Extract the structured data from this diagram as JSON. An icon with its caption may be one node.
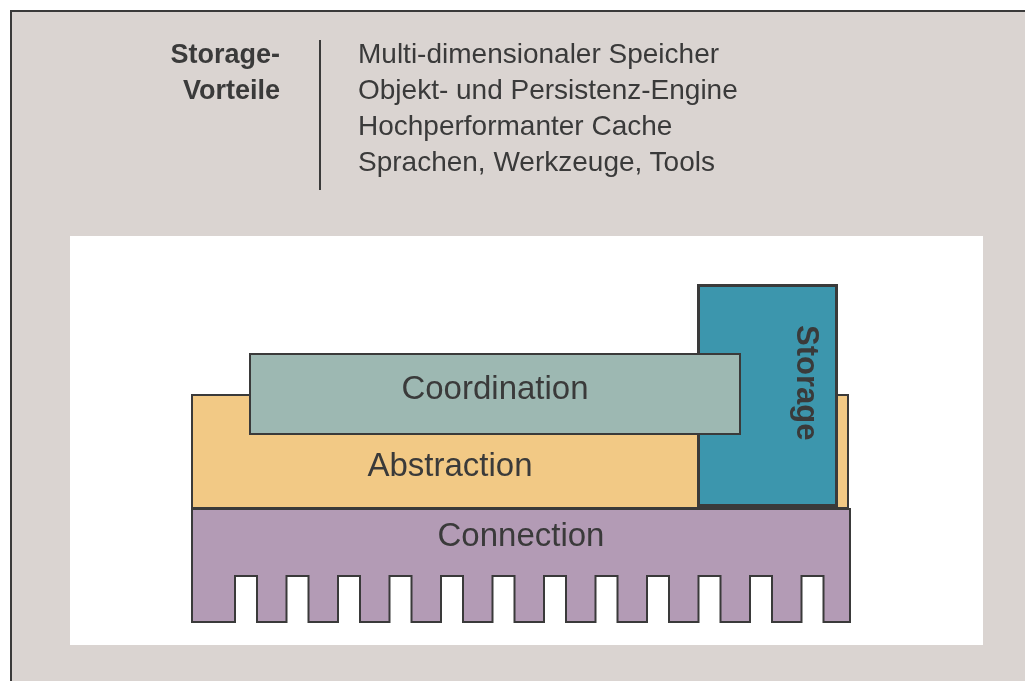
{
  "diagram": {
    "nodes": [
      {
        "text": [
          "Storage"
        ]
      },
      {
        "text": [
          "Coordination"
        ]
      },
      {
        "text": [
          "Abstraction"
        ]
      },
      {
        "text": [
          "Connection"
        ]
      }
    ],
    "labels": [
      "Storage- Vorteile",
      "Multi-dimensionaler Speicher",
      "Objekt- und Persistenz-Engine",
      "Hochperformanter Cache",
      "Sprachen, Werkzeuge, Tools"
    ]
  }
}
